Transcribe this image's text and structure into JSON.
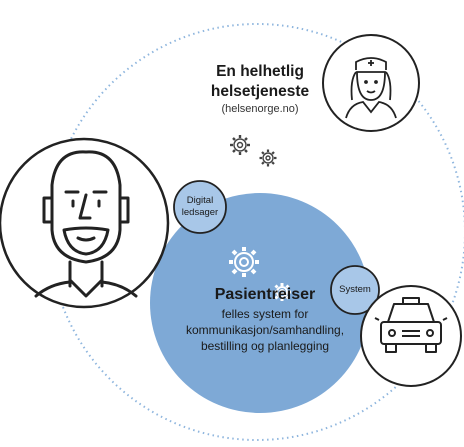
{
  "diagram": {
    "top_node": {
      "title_line1": "En helhetlig",
      "title_line2": "helsetjeneste",
      "subtitle": "(helsenorge.no)",
      "icon": "nurse-icon"
    },
    "left_node": {
      "icon": "person-icon"
    },
    "digital_node": {
      "line1": "Digital",
      "line2": "ledsager"
    },
    "center_node": {
      "title": "Pasientreiser",
      "line1": "felles system for",
      "line2": "kommunikasjon/samhandling,",
      "line3": "bestilling og planlegging",
      "icon": "gears-icon"
    },
    "system_node": {
      "label": "System",
      "icon": "taxi-icon"
    },
    "colors": {
      "center_fill": "#7ea9d6",
      "outer_ring": "#8fb6de",
      "node_stroke": "#222222",
      "small_node_fill": "#a8c7e8"
    }
  }
}
